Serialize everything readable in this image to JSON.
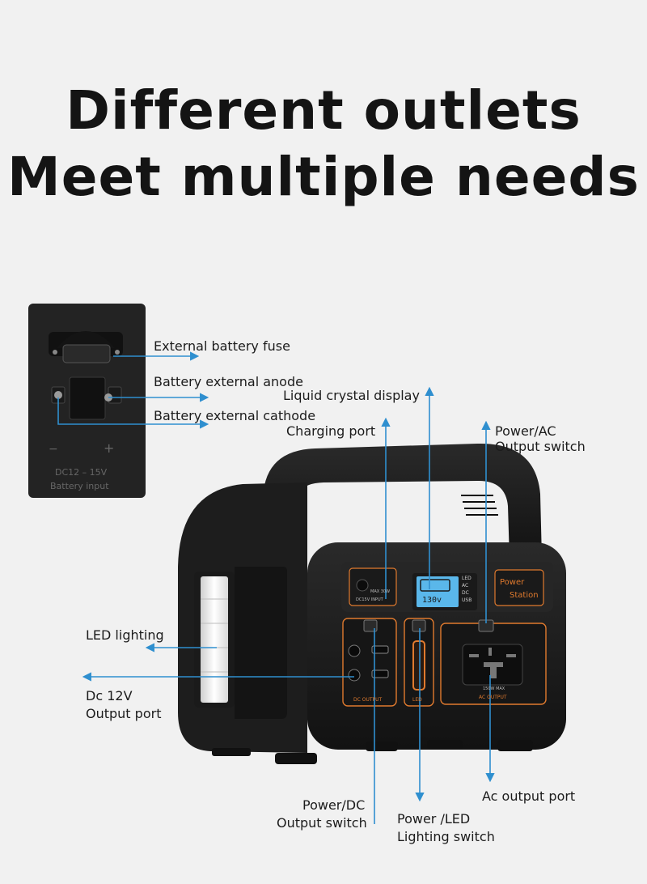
{
  "headline": {
    "line1": "Different outlets",
    "line2": "Meet multiple needs"
  },
  "inset": {
    "label_polarity_minus": "−",
    "label_polarity_plus": "+",
    "label_voltage": "DC12 – 15V",
    "label_input": "Battery input"
  },
  "callouts": {
    "fuse": "External battery fuse",
    "anode": "Battery external anode",
    "cathode": "Battery external cathode",
    "lcd": "Liquid crystal display",
    "charging": "Charging port",
    "power_ac_1": "Power/AC",
    "power_ac_2": "Output switch",
    "led_lighting": "LED lighting",
    "dc12_1": "Dc 12V",
    "dc12_2": "Output port",
    "ac_output": "Ac output port",
    "power_dc_1": "Power/DC",
    "power_dc_2": "Output switch",
    "power_led_1": "Power /LED",
    "power_led_2": "Lighting switch"
  },
  "device": {
    "power_station_1": "Power",
    "power_station_2": "Station",
    "lcd_value": "130v",
    "lcd_items": [
      "LED",
      "AC",
      "DC",
      "USB"
    ],
    "input_label": "DC15V INPUT",
    "input_max": "MAX 30W",
    "dc_label": "DC OUTPUT",
    "led_label": "LED",
    "ac_label": "AC OUTPUT",
    "ac_max": "150W MAX"
  },
  "colors": {
    "accent_line": "#2f8fcf",
    "trim": "#e07a2e",
    "body": "#1b1b1b"
  }
}
